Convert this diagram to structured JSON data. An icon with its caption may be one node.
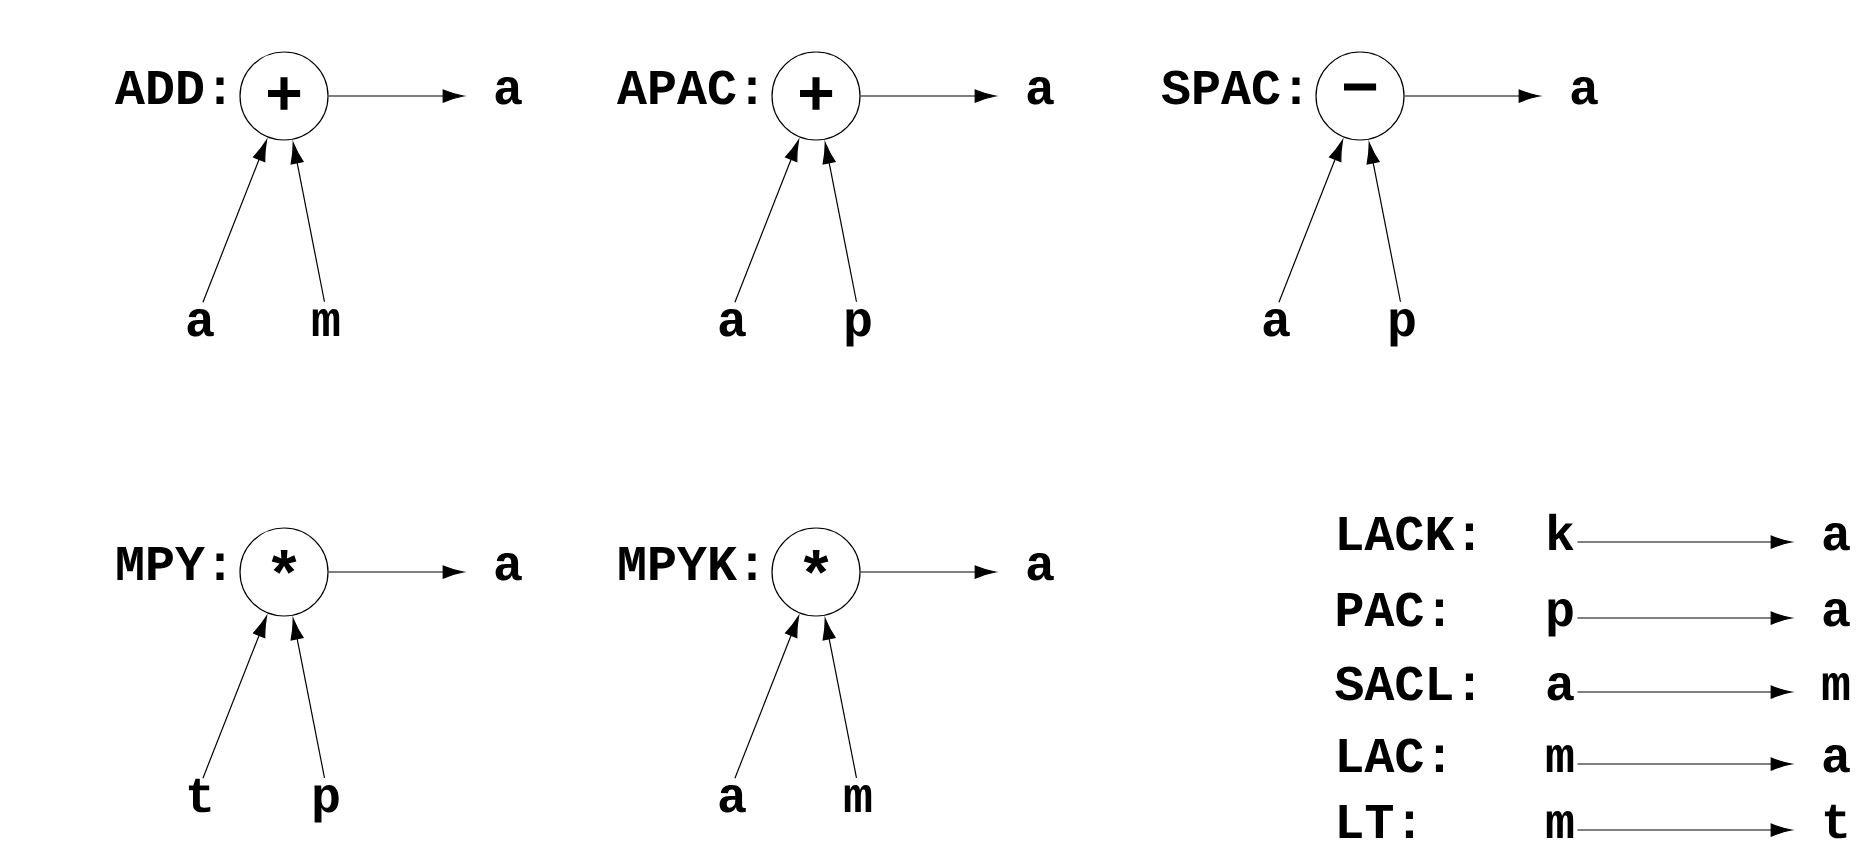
{
  "diagram": {
    "nodes": [
      {
        "text": [
          "+"
        ],
        "beside": [
          "ADD:"
        ]
      },
      {
        "text": [
          "a"
        ]
      },
      {
        "text": [
          "a"
        ]
      },
      {
        "text": [
          "m"
        ]
      },
      {
        "text": [
          "+"
        ],
        "beside": [
          "APAC:"
        ]
      },
      {
        "text": [
          "a"
        ]
      },
      {
        "text": [
          "a"
        ]
      },
      {
        "text": [
          "p"
        ]
      },
      {
        "text": [
          "−"
        ],
        "beside": [
          "SPAC:"
        ]
      },
      {
        "text": [
          "a"
        ]
      },
      {
        "text": [
          "a"
        ]
      },
      {
        "text": [
          "p"
        ]
      },
      {
        "text": [
          "*"
        ],
        "beside": [
          "MPY:"
        ]
      },
      {
        "text": [
          "a"
        ]
      },
      {
        "text": [
          "t"
        ]
      },
      {
        "text": [
          "p"
        ]
      },
      {
        "text": [
          "*"
        ],
        "beside": [
          "MPYK:"
        ]
      },
      {
        "text": [
          "a"
        ]
      },
      {
        "text": [
          "a"
        ]
      },
      {
        "text": [
          "m"
        ]
      },
      {
        "text": [
          "k"
        ]
      },
      {
        "text": [
          "a"
        ]
      },
      {
        "text": [
          "p"
        ]
      },
      {
        "text": [
          "a"
        ]
      },
      {
        "text": [
          "a"
        ]
      },
      {
        "text": [
          "m"
        ]
      },
      {
        "text": [
          "m"
        ]
      },
      {
        "text": [
          "a"
        ]
      },
      {
        "text": [
          "m"
        ]
      },
      {
        "text": [
          "t"
        ]
      }
    ],
    "labels": [
      "LACK:",
      "PAC:",
      "SACL:",
      "LAC:",
      "LT:"
    ],
    "edges": [
      {
        "from": 0,
        "to": 1,
        "arrow": "to"
      },
      {
        "from": 2,
        "to": 0,
        "arrow": "to"
      },
      {
        "from": 3,
        "to": 0,
        "arrow": "to"
      },
      {
        "from": 4,
        "to": 5,
        "arrow": "to"
      },
      {
        "from": 6,
        "to": 4,
        "arrow": "to"
      },
      {
        "from": 7,
        "to": 4,
        "arrow": "to"
      },
      {
        "from": 8,
        "to": 9,
        "arrow": "to"
      },
      {
        "from": 10,
        "to": 8,
        "arrow": "to"
      },
      {
        "from": 11,
        "to": 8,
        "arrow": "to"
      },
      {
        "from": 12,
        "to": 13,
        "arrow": "to"
      },
      {
        "from": 14,
        "to": 12,
        "arrow": "to"
      },
      {
        "from": 15,
        "to": 12,
        "arrow": "to"
      },
      {
        "from": 16,
        "to": 17,
        "arrow": "to"
      },
      {
        "from": 18,
        "to": 16,
        "arrow": "to"
      },
      {
        "from": 19,
        "to": 16,
        "arrow": "to"
      },
      {
        "from": 20,
        "to": 21,
        "arrow": "to"
      },
      {
        "from": 22,
        "to": 23,
        "arrow": "to"
      },
      {
        "from": 24,
        "to": 25,
        "arrow": "to"
      },
      {
        "from": 26,
        "to": 27,
        "arrow": "to"
      },
      {
        "from": 28,
        "to": 29,
        "arrow": "to"
      }
    ]
  }
}
